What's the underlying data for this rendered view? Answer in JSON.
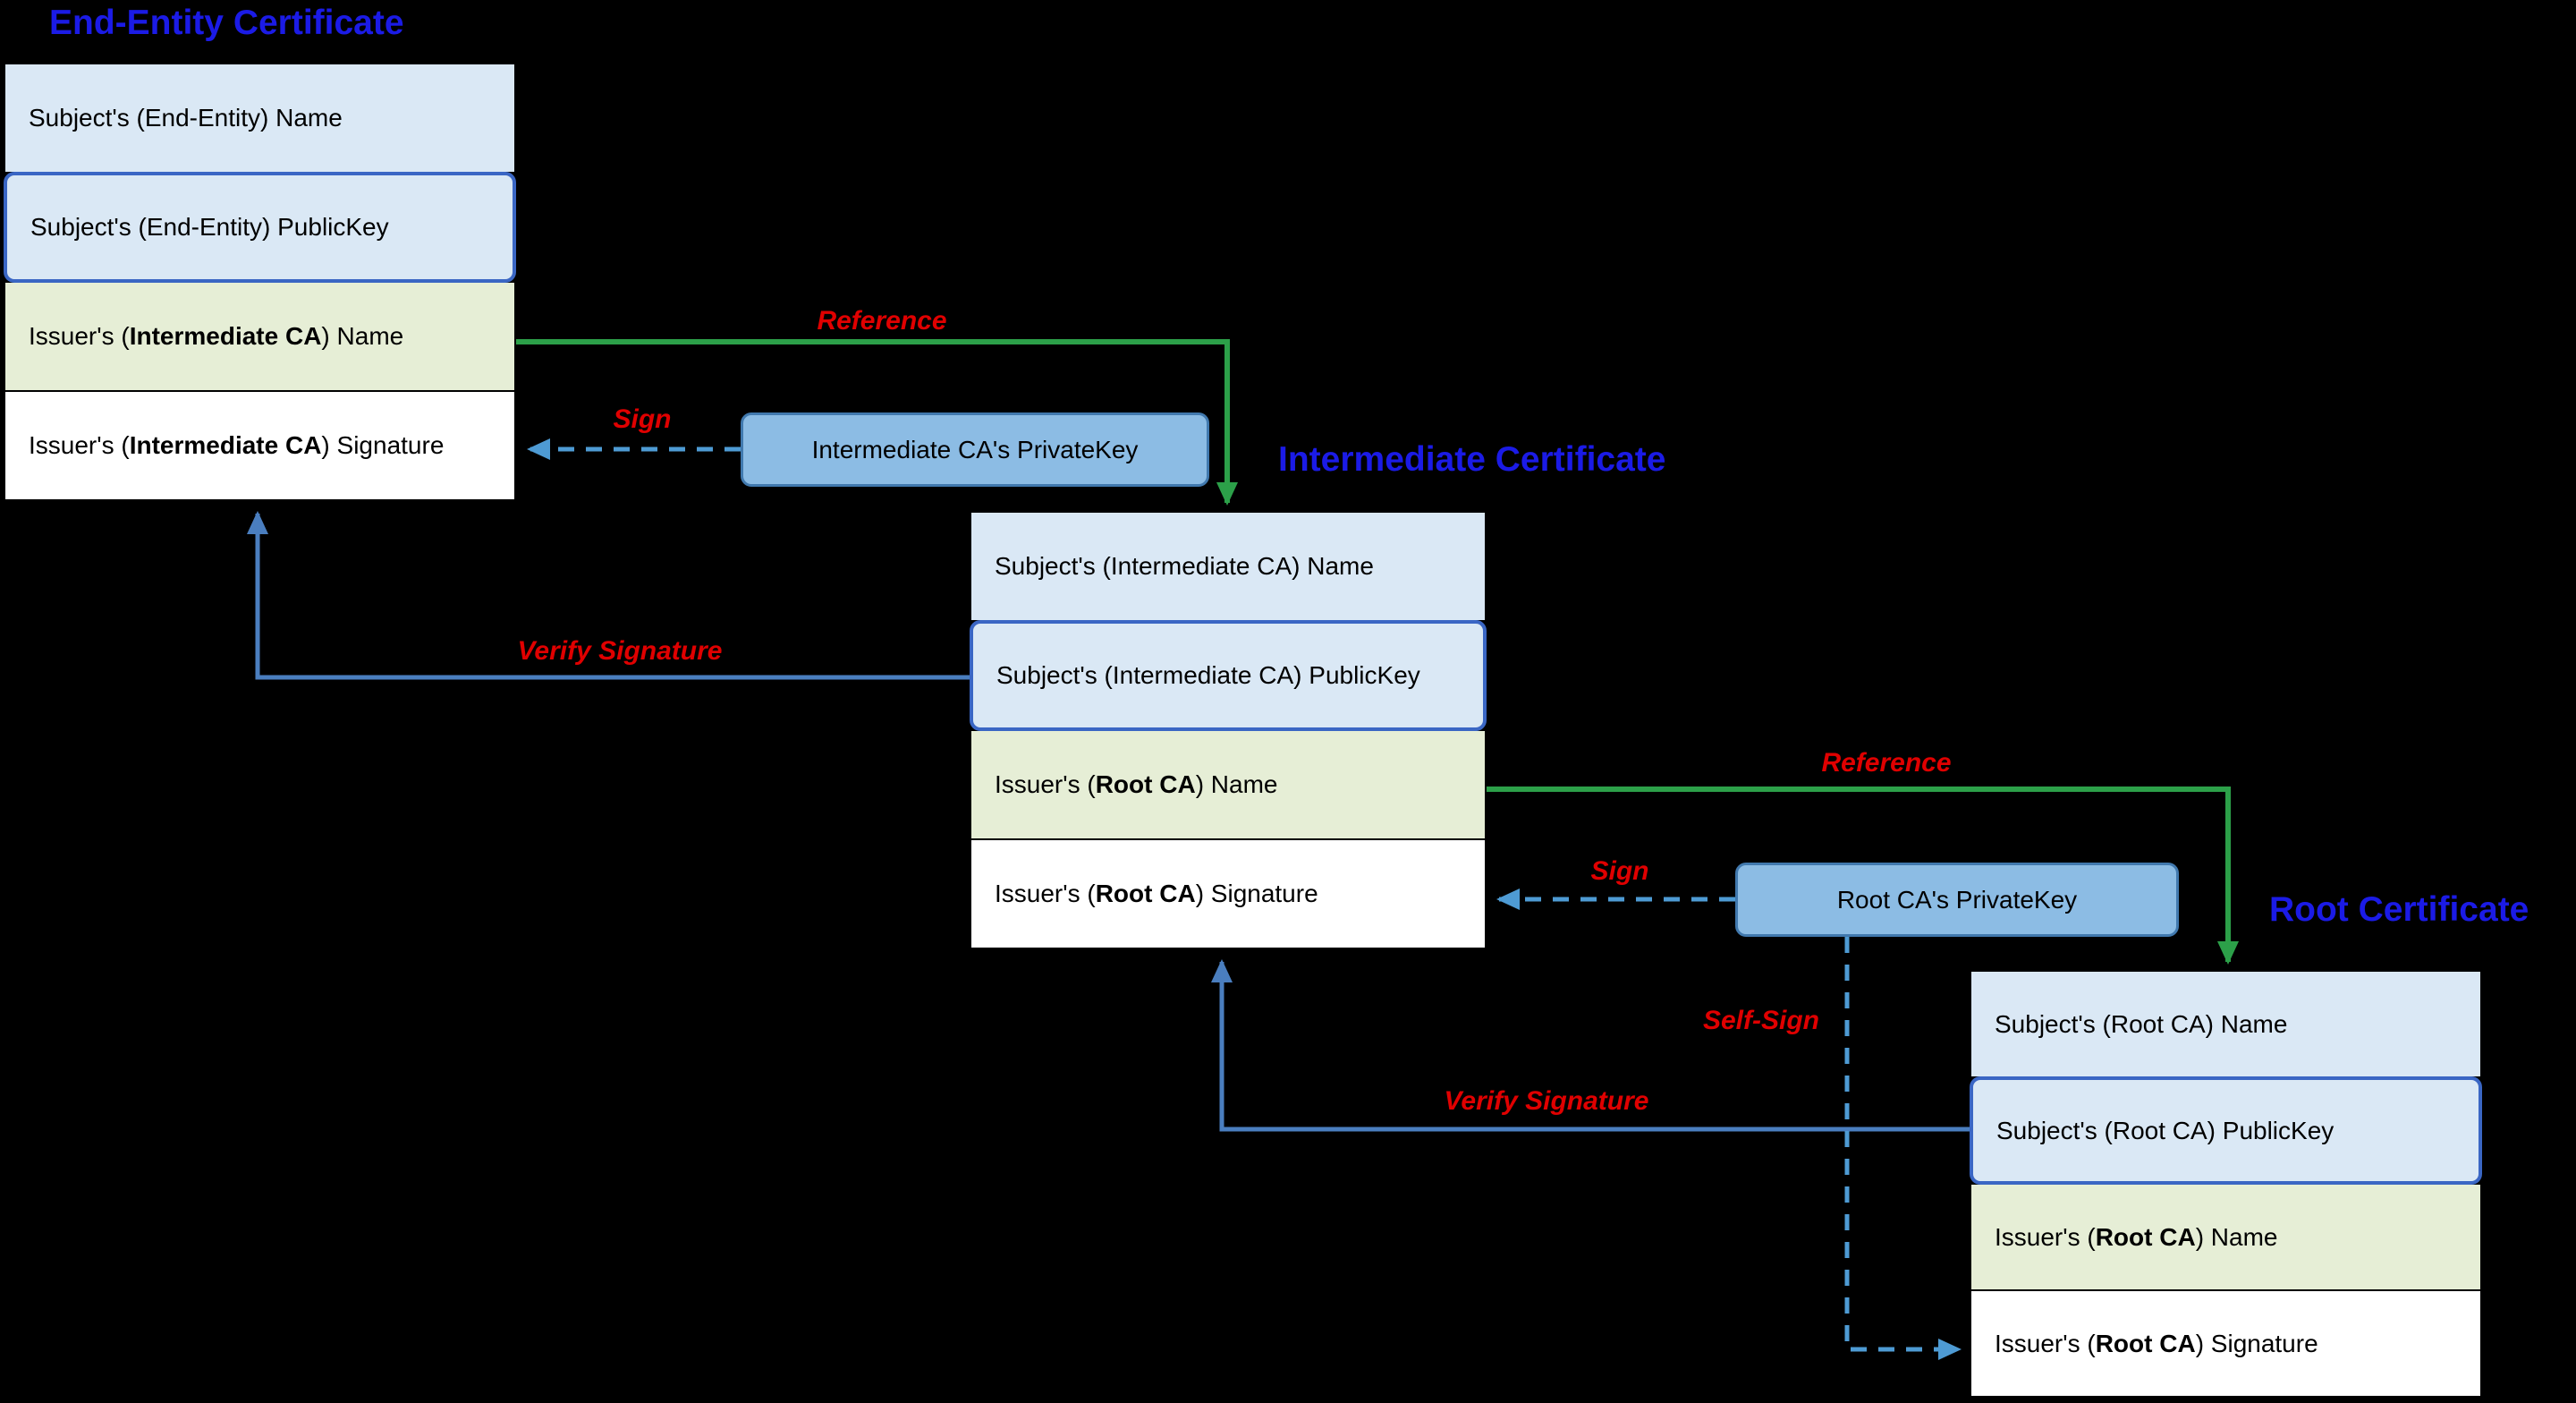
{
  "certs": [
    {
      "title": "End-Entity Certificate",
      "rows": [
        {
          "pre": "Subject's (End-Entity) Name",
          "bold": "",
          "post": ""
        },
        {
          "pre": "Subject's (End-Entity) PublicKey",
          "bold": "",
          "post": ""
        },
        {
          "pre": "Issuer's (",
          "bold": "Intermediate CA",
          "post": ") Name"
        },
        {
          "pre": "Issuer's (",
          "bold": "Intermediate CA",
          "post": ") Signature"
        }
      ]
    },
    {
      "title": "Intermediate Certificate",
      "rows": [
        {
          "pre": "Subject's (Intermediate CA) Name",
          "bold": "",
          "post": ""
        },
        {
          "pre": "Subject's (Intermediate CA) PublicKey",
          "bold": "",
          "post": ""
        },
        {
          "pre": "Issuer's (",
          "bold": "Root CA",
          "post": ") Name"
        },
        {
          "pre": "Issuer's (",
          "bold": "Root CA",
          "post": ") Signature"
        }
      ]
    },
    {
      "title": "Root Certificate",
      "rows": [
        {
          "pre": "Subject's (Root CA) Name",
          "bold": "",
          "post": ""
        },
        {
          "pre": "Subject's (Root CA) PublicKey",
          "bold": "",
          "post": ""
        },
        {
          "pre": "Issuer's (",
          "bold": "Root CA",
          "post": ") Name"
        },
        {
          "pre": "Issuer's (",
          "bold": "Root CA",
          "post": ") Signature"
        }
      ]
    }
  ],
  "keys": [
    {
      "label": "Intermediate CA's PrivateKey"
    },
    {
      "label": "Root CA's PrivateKey"
    }
  ],
  "labels": {
    "reference1": "Reference",
    "sign1": "Sign",
    "verify1": "Verify Signature",
    "reference2": "Reference",
    "sign2": "Sign",
    "verify2": "Verify Signature",
    "selfsign": "Self-Sign"
  },
  "colors": {
    "background": "#000000",
    "title_blue": "#1b1be6",
    "label_red": "#e00000",
    "arrow_green": "#2ca049",
    "arrow_blue_solid": "#4a7ebf",
    "arrow_blue_dashed": "#4e9bd4",
    "row_blue_fill": "#dae8f5",
    "row_green_fill": "#e6eed6",
    "row_white_fill": "#ffffff",
    "publickey_border": "#3a66c4",
    "privatekey_fill": "#8cbce4",
    "privatekey_border": "#4179ae"
  }
}
